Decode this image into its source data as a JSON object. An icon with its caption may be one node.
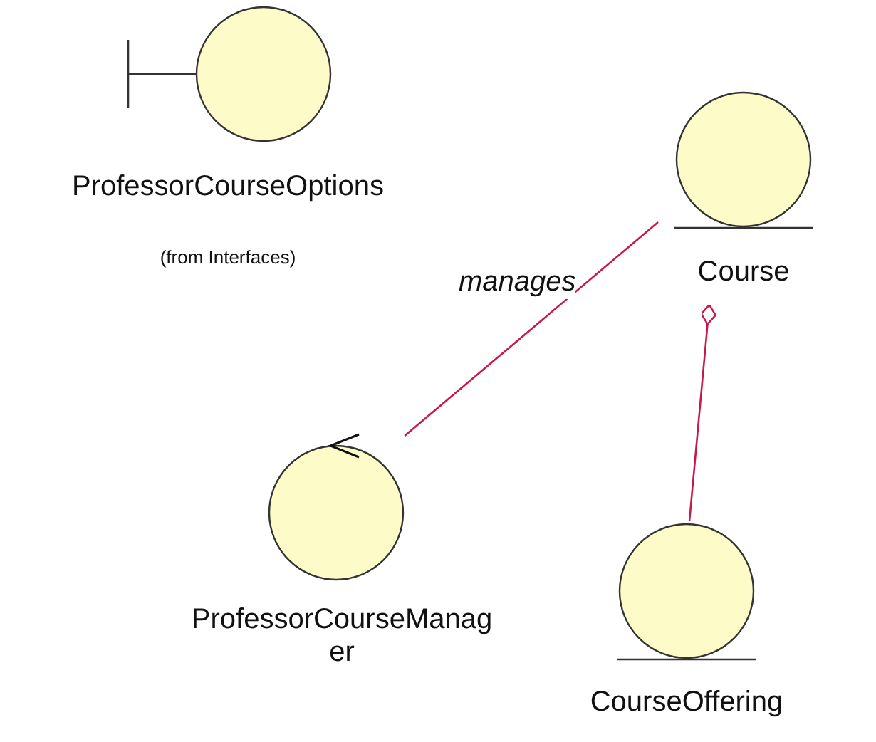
{
  "diagram": {
    "nodes": [
      {
        "text": [
          "ProfessorCourseOptions",
          "(from Interfaces)"
        ]
      },
      {
        "text": [
          "Course"
        ]
      },
      {
        "text": [
          "ProfessorCourseManager"
        ]
      },
      {
        "text": [
          "CourseOffering"
        ]
      }
    ],
    "edges": [
      {
        "from": 1,
        "to": 2,
        "arrow": "none",
        "label": "manages"
      },
      {
        "from": 1,
        "to": 3,
        "arrow": "other"
      }
    ]
  }
}
